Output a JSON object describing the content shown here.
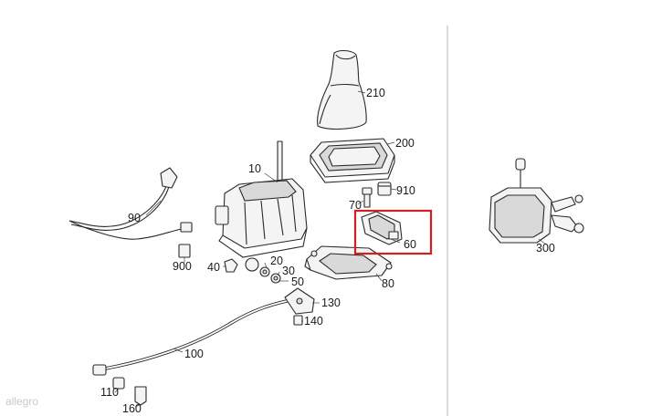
{
  "diagram": {
    "labels": {
      "p10": "10",
      "p20": "20",
      "p30": "30",
      "p40": "40",
      "p50": "50",
      "p60": "60",
      "p70": "70",
      "p80": "80",
      "p90": "90",
      "p100": "100",
      "p110": "110",
      "p130": "130",
      "p140": "140",
      "p160": "160",
      "p200": "200",
      "p210": "210",
      "p300": "300",
      "p900": "900",
      "p910": "910"
    },
    "watermark": "allegro",
    "highlight_color": "#d21f26"
  }
}
